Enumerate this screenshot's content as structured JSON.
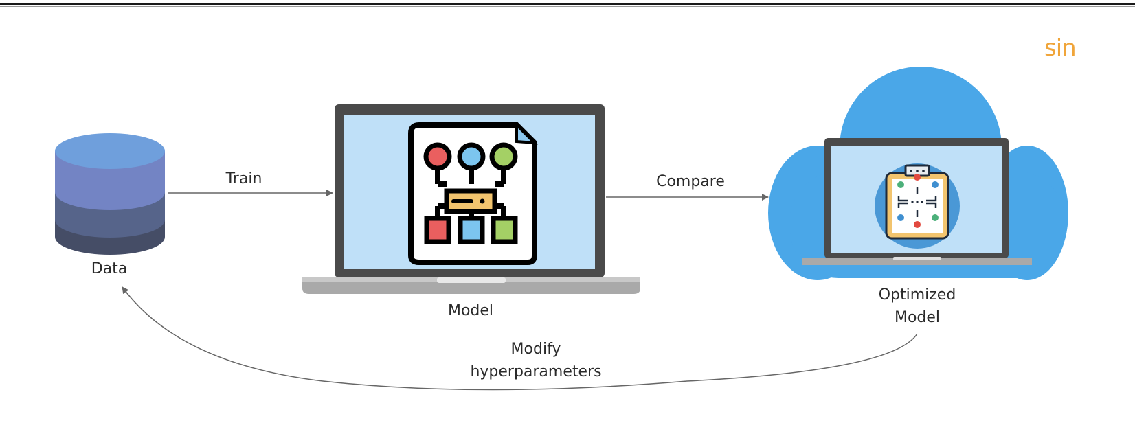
{
  "brand": {
    "text": "sin"
  },
  "nodes": {
    "data": {
      "label": "Data",
      "icon": "database-icon"
    },
    "model": {
      "label": "Model",
      "icon": "laptop-model-icon"
    },
    "optimized": {
      "label_line1": "Optimized",
      "label_line2": "Model",
      "icon": "cloud-laptop-clipboard-icon"
    }
  },
  "edges": {
    "train": {
      "label": "Train"
    },
    "compare": {
      "label": "Compare"
    },
    "modify": {
      "label_line1": "Modify",
      "label_line2": "hyperparameters"
    }
  },
  "colors": {
    "brand": "#f0a53a",
    "cloud": "#4aa7e8",
    "screen": "#bfe0f8",
    "laptop_frame": "#4a4a4a",
    "db_top": "#6f9fdc",
    "db_band1": "#7384c4",
    "db_band2": "#56648a",
    "db_band3": "#454d66"
  }
}
